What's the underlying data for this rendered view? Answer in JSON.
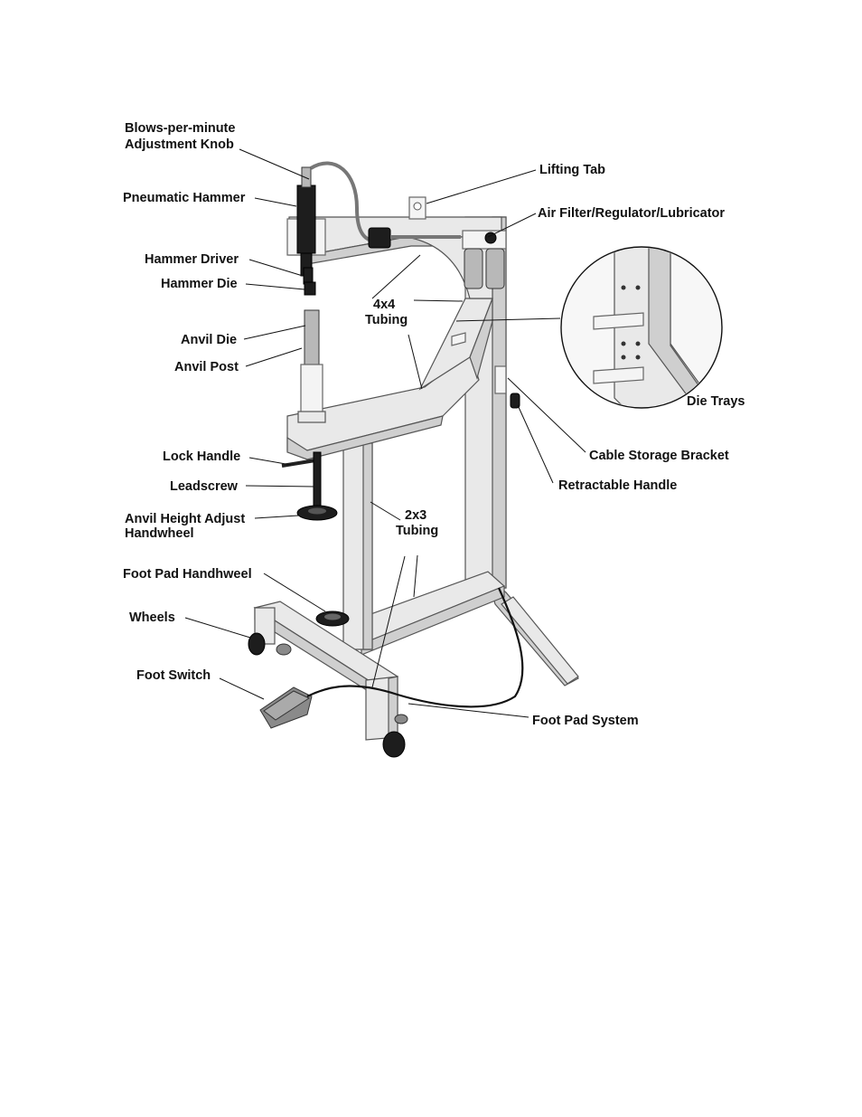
{
  "labels": {
    "blows_line1": "Blows-per-minute",
    "blows_line2": "Adjustment Knob",
    "pneumatic_hammer": "Pneumatic Hammer",
    "hammer_driver": "Hammer Driver",
    "hammer_die": "Hammer Die",
    "anvil_die": "Anvil Die",
    "anvil_post": "Anvil Post",
    "lock_handle": "Lock Handle",
    "leadscrew": "Leadscrew",
    "anvil_height_line1": "Anvil Height Adjust",
    "anvil_height_line2": "Handwheel",
    "foot_pad_handwheel": "Foot Pad Handhweel",
    "wheels": "Wheels",
    "foot_switch": "Foot Switch",
    "lifting_tab": "Lifting Tab",
    "air_filter": "Air Filter/Regulator/Lubricator",
    "tubing_4x4_line1": "4x4",
    "tubing_4x4_line2": "Tubing",
    "die_trays": "Die Trays",
    "cable_storage": "Cable Storage Bracket",
    "retractable_handle": "Retractable Handle",
    "tubing_2x3_line1": "2x3",
    "tubing_2x3_line2": "Tubing",
    "foot_pad_system": "Foot Pad System"
  },
  "colors": {
    "frame": "#e9e9e9",
    "outline": "#555555",
    "text": "#111111"
  }
}
